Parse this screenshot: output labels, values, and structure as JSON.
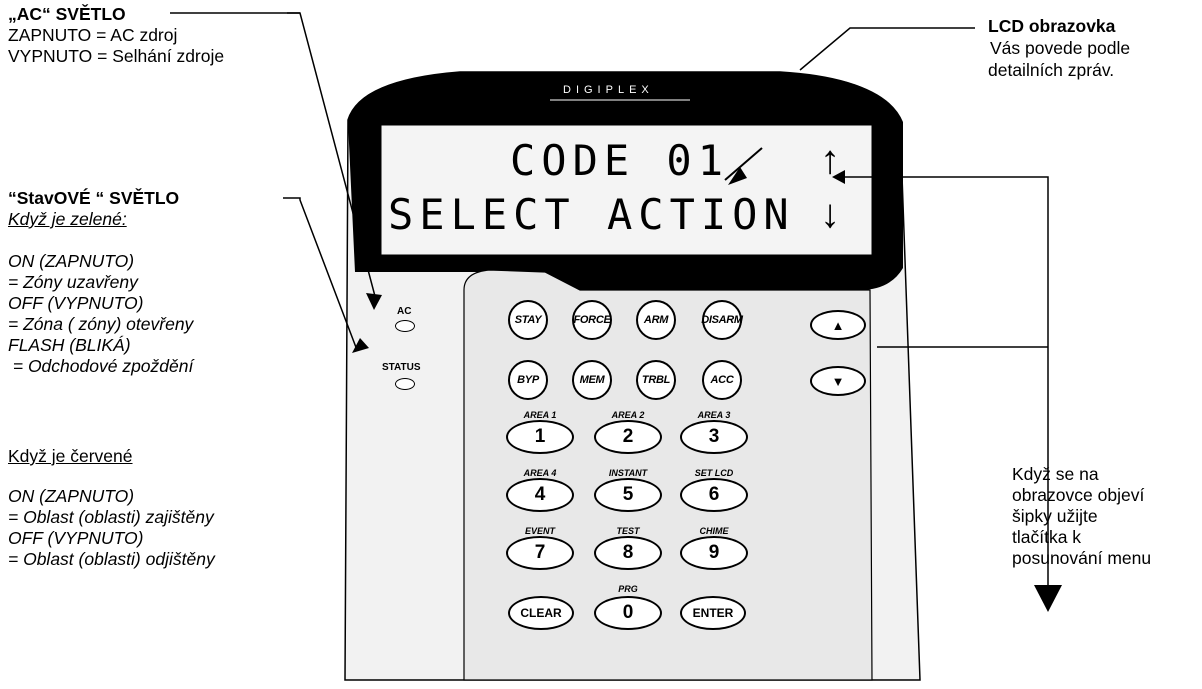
{
  "ac_callout": {
    "title": "„AC“ SVĚTLO",
    "line1": "ZAPNUTO = AC zdroj",
    "line2": "VYPNUTO = Selhání zdroje"
  },
  "lcd_callout": {
    "title": "LCD obrazovka",
    "line1": "Vás povede podle",
    "line2": "detailních zpráv."
  },
  "status_callout": {
    "title": "“StavOVÉ “ SVĚTLO",
    "green_heading": "Když je zelené:",
    "green_lines": [
      "ON (ZAPNUTO)",
      "= Zóny uzavřeny",
      "OFF (VYPNUTO)",
      "= Zóna ( zóny) otevřeny",
      "FLASH (BLIKÁ)",
      " = Odchodové zpoždění"
    ],
    "red_heading": "Když je červené",
    "red_lines": [
      "ON (ZAPNUTO)",
      "= Oblast (oblasti) zajištěny",
      "OFF (VYPNUTO)",
      "= Oblast (oblasti) odjištěny"
    ]
  },
  "scroll_callout": {
    "lines": [
      "Když se na",
      "obrazovce objeví",
      "šipky užijte",
      "tlačítka k",
      "posunování menu"
    ]
  },
  "keypad": {
    "brand": "DIGIPLEX",
    "lcd_line1": "CODE 01",
    "lcd_line2": "SELECT ACTION",
    "arrow_up": "↑",
    "arrow_down": "↓",
    "led_ac": "AC",
    "led_status": "STATUS",
    "function_keys": [
      "STAY",
      "FORCE",
      "ARM",
      "DISARM",
      "BYP",
      "MEM",
      "TRBL",
      "ACC"
    ],
    "number_keys": [
      {
        "label": "AREA 1",
        "digit": "1"
      },
      {
        "label": "AREA 2",
        "digit": "2"
      },
      {
        "label": "AREA 3",
        "digit": "3"
      },
      {
        "label": "AREA 4",
        "digit": "4"
      },
      {
        "label": "INSTANT",
        "digit": "5"
      },
      {
        "label": "SET LCD",
        "digit": "6"
      },
      {
        "label": "EVENT",
        "digit": "7"
      },
      {
        "label": "TEST",
        "digit": "8"
      },
      {
        "label": "CHIME",
        "digit": "9"
      }
    ],
    "clear_label": "CLEAR",
    "zero_label": "PRG",
    "zero_digit": "0",
    "enter_label": "ENTER",
    "nav_up": "▲",
    "nav_down": "▼"
  }
}
